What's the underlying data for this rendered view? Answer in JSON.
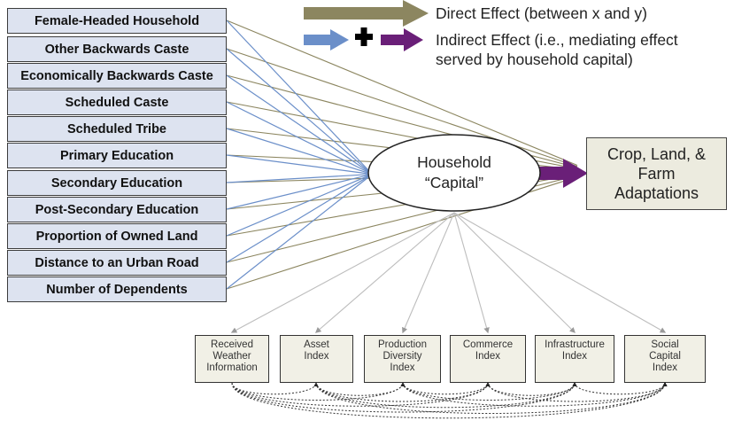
{
  "predictors": [
    "Female-Headed Household",
    "Other Backwards Caste",
    "Economically Backwards Caste",
    "Scheduled Caste",
    "Scheduled Tribe",
    "Primary Education",
    "Secondary Education",
    "Post-Secondary Education",
    "Proportion of Owned Land",
    "Distance to an Urban Road",
    "Number of Dependents"
  ],
  "legend": {
    "direct_label": "Direct Effect (between x and y)",
    "indirect_label_line1": "Indirect Effect (i.e., mediating effect",
    "indirect_label_line2": "served by household capital)",
    "plus_symbol": "+"
  },
  "mediator": {
    "line1": "Household",
    "line2": "“Capital”"
  },
  "outcome": {
    "label": "Crop, Land, & Farm Adaptations"
  },
  "indicators": [
    "Received Weather Information",
    "Asset Index",
    "Production Diversity Index",
    "Commerce Index",
    "Infrastructure Index",
    "Social Capital Index"
  ],
  "colors": {
    "direct": "#8c8660",
    "indirect_blue": "#6b8fc9",
    "indirect_purple": "#6a1f78",
    "predictor_fill": "#dde3f0",
    "outcome_fill": "#ecebdf",
    "indicator_fill": "#f1f0e6",
    "loading_lines": "#bdbdbd"
  }
}
